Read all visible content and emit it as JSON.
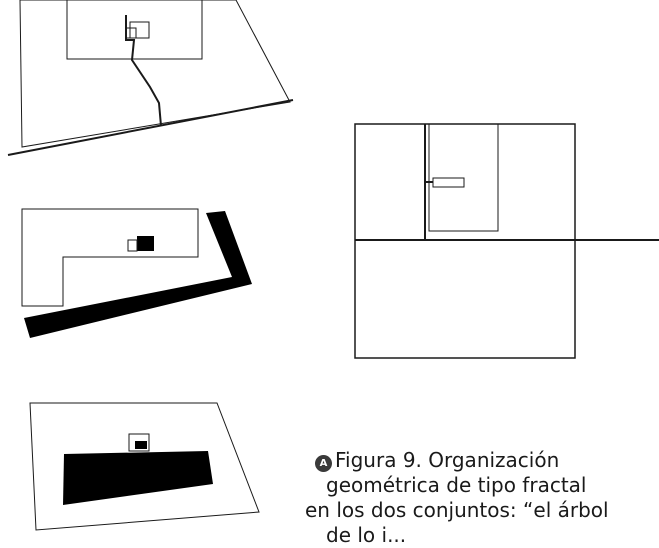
{
  "caption": {
    "marker": "A",
    "line1": "Figura 9. Organización",
    "line2": "geométrica de tipo fractal",
    "line3": "en los dos conjuntos: “el árbol",
    "line4": "de lo i..."
  },
  "colors": {
    "line": "#1a1a1a",
    "fill": "#000000",
    "background": "#ffffff",
    "frame": "#777777"
  }
}
